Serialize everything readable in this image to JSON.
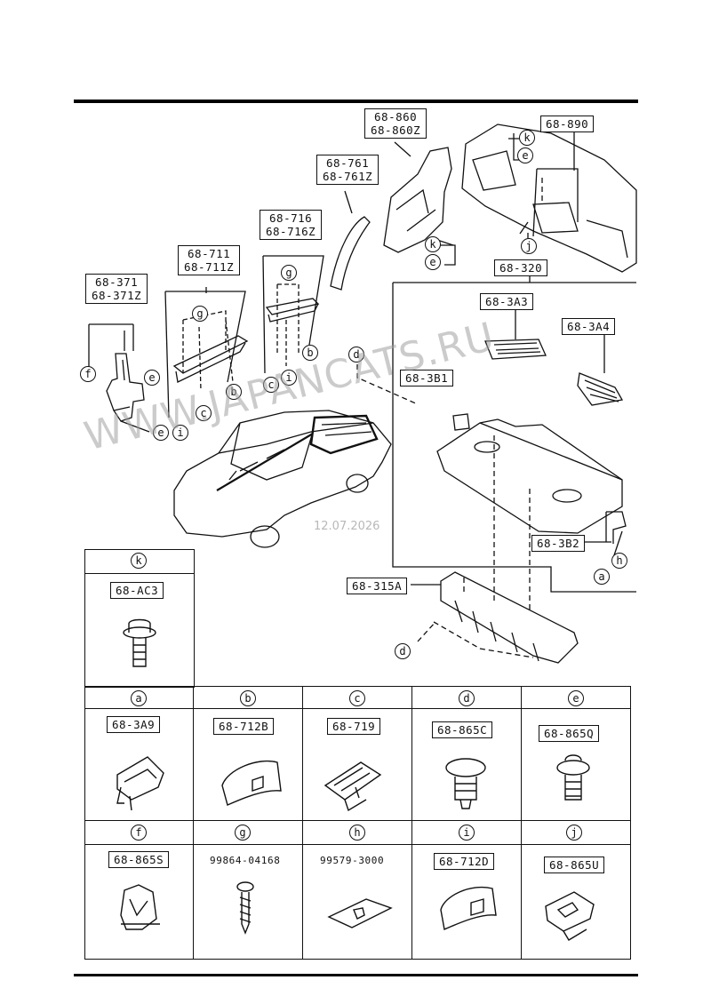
{
  "top_parts": {
    "p68_371": [
      "68-371",
      "68-371Z"
    ],
    "p68_711": [
      "68-711",
      "68-711Z"
    ],
    "p68_716": [
      "68-716",
      "68-716Z"
    ],
    "p68_761": [
      "68-761",
      "68-761Z"
    ],
    "p68_860": [
      "68-860",
      "68-860Z"
    ],
    "p68_890": "68-890",
    "p68_320": "68-320",
    "p68_3A3": "68-3A3",
    "p68_3A4": "68-3A4",
    "p68_3B1": "68-3B1",
    "p68_3B2": "68-3B2",
    "p68_315A": "68-315A"
  },
  "callouts": {
    "a": "a",
    "b": "b",
    "c": "c",
    "d": "d",
    "e": "e",
    "f": "f",
    "g": "g",
    "h": "h",
    "i": "i",
    "j": "j",
    "k": "k"
  },
  "fasteners": {
    "k": {
      "letter": "k",
      "part": "68-AC3"
    },
    "a": {
      "letter": "a",
      "part": "68-3A9"
    },
    "b": {
      "letter": "b",
      "part": "68-712B"
    },
    "c": {
      "letter": "c",
      "part": "68-719"
    },
    "d": {
      "letter": "d",
      "part": "68-865C"
    },
    "e": {
      "letter": "e",
      "part": "68-865Q"
    },
    "f": {
      "letter": "f",
      "part": "68-865S"
    },
    "g": {
      "letter": "g",
      "part": "99864-04168"
    },
    "h": {
      "letter": "h",
      "part": "99579-3000"
    },
    "i": {
      "letter": "i",
      "part": "68-712D"
    },
    "j": {
      "letter": "j",
      "part": "68-865U"
    }
  },
  "watermark": "WWW.JAPANCATS.RU",
  "date_stamp": "12.07.2026"
}
